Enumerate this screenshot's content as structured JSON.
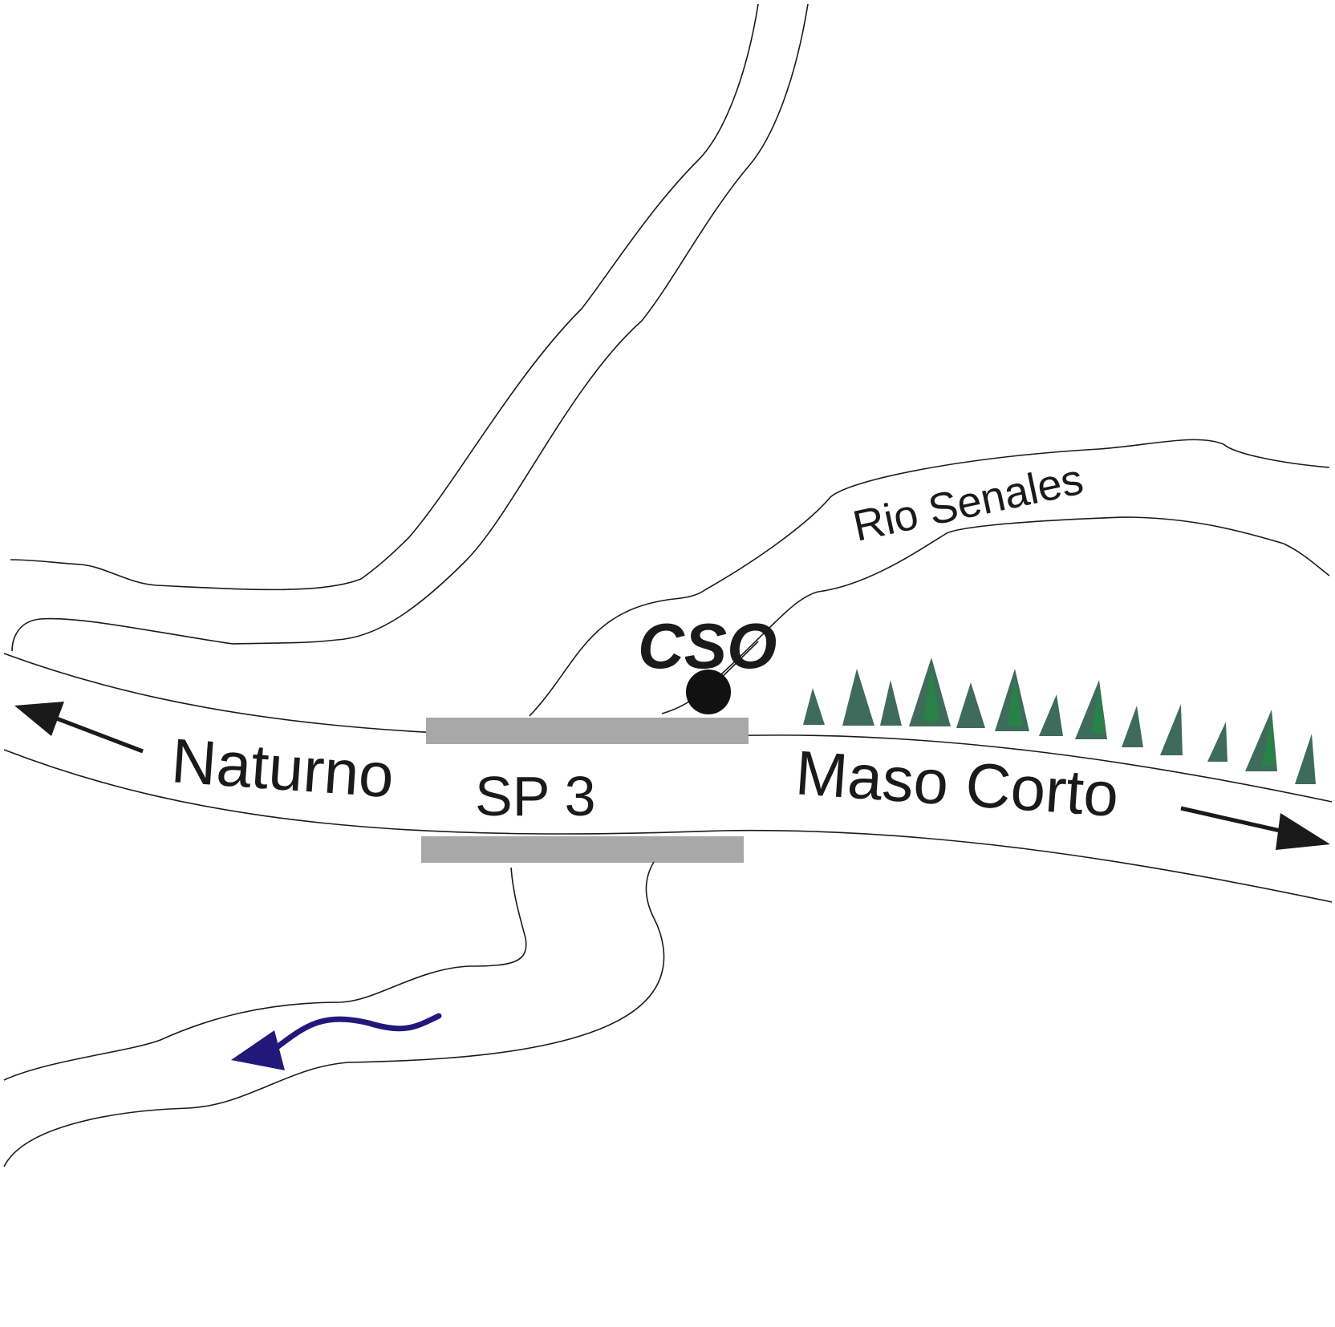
{
  "labels": {
    "west_town": "Naturno",
    "road": "SP 3",
    "east_town": "Maso Corto",
    "river": "Rio Senales",
    "station": "CSO"
  },
  "colors": {
    "lines": "#1a1a1a",
    "bridge": "#a8a8a8",
    "trees": "#3e6b5b",
    "tree_highlight": "#1f8a3c",
    "flow_arrow": "#23187a"
  },
  "icons": {
    "station": "station-dot-icon",
    "tree": "conifer-tree-icon",
    "direction": "arrow-icon"
  }
}
